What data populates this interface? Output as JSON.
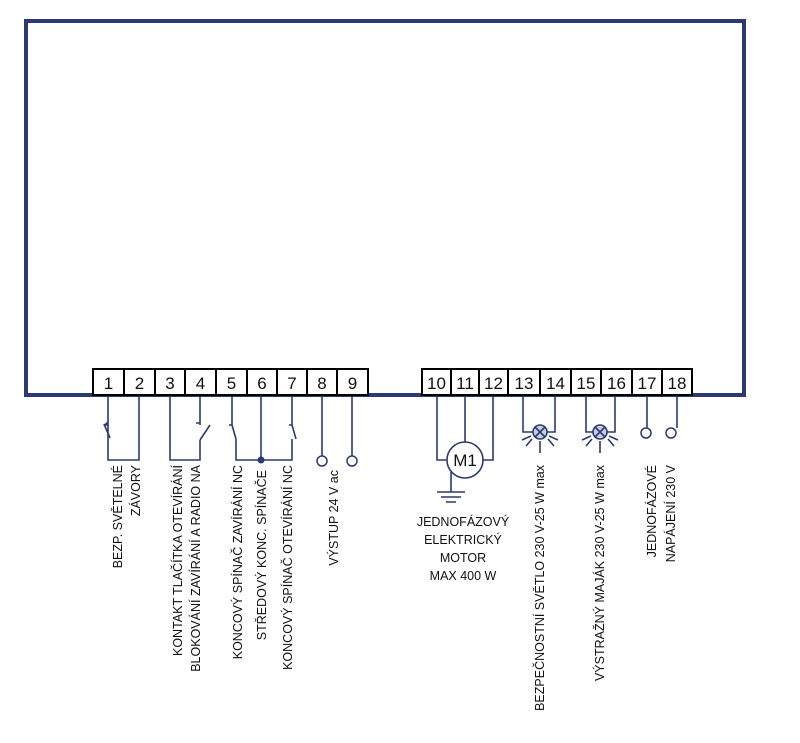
{
  "colors": {
    "frame": "#2b3a72",
    "wire": "#2b3a72",
    "lamp_fill": "#c9cde0"
  },
  "terminals": [
    "1",
    "2",
    "3",
    "4",
    "5",
    "6",
    "7",
    "8",
    "9",
    "10",
    "11",
    "12",
    "13",
    "14",
    "15",
    "16",
    "17",
    "18"
  ],
  "labels": {
    "photocell": [
      "BEZP. SVĚTELNÉ",
      "ZÁVORY"
    ],
    "button": [
      "KONTAKT TLAČÍTKA OTEVÍRÁNÍ",
      "BLOKOVÁNÍ ZAVÍRÁNÍ A RADIO NA"
    ],
    "limit_close": "KONCOVÝ SPÍNAČ ZAVÍRÁNÍ NC",
    "limit_common": "STŘEDOVÝ KONC. SPÍNAČE",
    "limit_open": "KONCOVÝ SPÍNAČ OTEVÍRÁNÍ NC",
    "output24": "VÝSTUP 24 V ac",
    "motor_symbol": "M1",
    "motor": [
      "JEDNOFÁZOVÝ",
      "ELEKTRICKÝ",
      "MOTOR",
      "MAX 400 W"
    ],
    "safety_light": "BEZPEČNOSTNÍ SVĚTLO 230 V-25 W max",
    "beacon": "VÝSTRAŽNÝ MAJÁK 230 V-25 W max",
    "power": [
      "JEDNOFÁZOVÉ",
      "NAPÁJENÍ 230 V"
    ]
  }
}
